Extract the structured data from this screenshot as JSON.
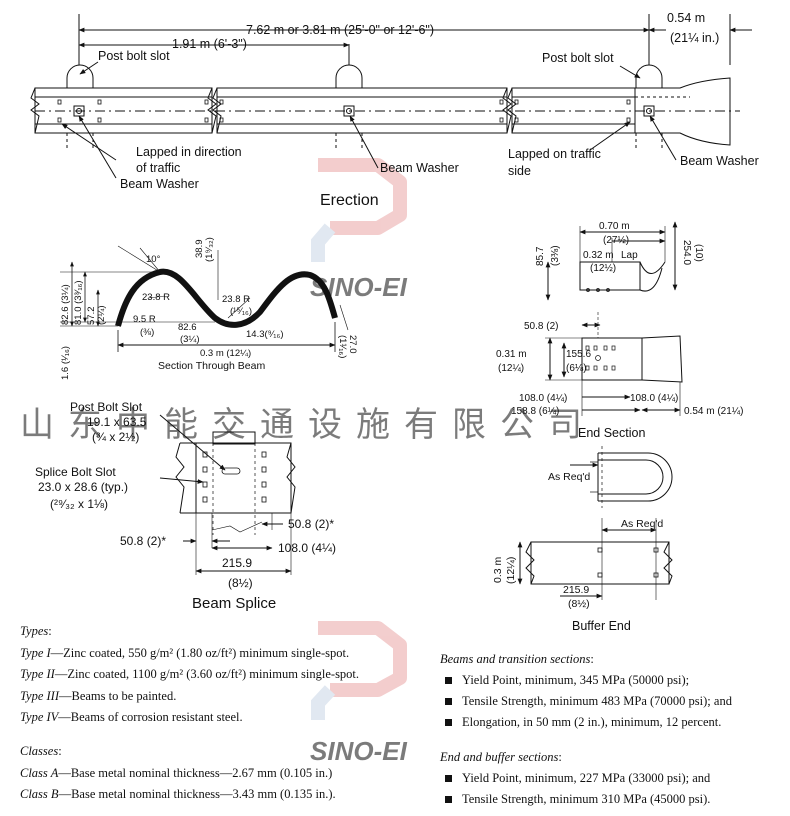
{
  "erection": {
    "title": "Erection",
    "dim_total": "7.62 m or 3.81 m (25'-0\" or 12'-6\")",
    "dim_post_spacing": "1.91 m (6'-3\")",
    "dim_end": "0.54 m",
    "dim_end_in": "(21¼  in.)",
    "post_bolt_slot_left": "Post bolt slot",
    "post_bolt_slot_right": "Post bolt slot",
    "lapped_direction_1": "Lapped in direction",
    "lapped_direction_2": "of traffic",
    "beam_washer_left": "Beam Washer",
    "beam_washer_mid": "Beam Washer",
    "beam_washer_right": "Beam Washer",
    "lapped_side_1": "Lapped on traffic",
    "lapped_side_2": "side"
  },
  "section": {
    "title": "Section Through Beam",
    "angle": "10°",
    "d_38_9": "38.9",
    "d_38_9_in": "(1⁹⁄₃₂)",
    "d_23_8_a": "23.8 R",
    "d_23_8_b": "23.8 R",
    "d_23_8_b_in": "(¹⁵⁄₁₆)",
    "d_9_5": "9.5 R",
    "d_9_5_in": "(⅜)",
    "d_82_6_b": "82.6",
    "d_82_6_b_in": "(3¼)",
    "d_14_3": "14.3(⁹⁄₁₆)",
    "d_0_3": "0.3 m (12¼)",
    "d_27": "27.0",
    "d_27_in": "(1¹⁄₁₆)",
    "d_82_6_v": "82.6 (3¼)",
    "d_81_0_v": "81.0 (3³⁄₁₆)",
    "d_57_2_v": "57.2",
    "d_57_2_in": "(2¼)",
    "d_1_6_v": "1.6 (¹⁄₁₆)"
  },
  "end_section": {
    "title": "End Section",
    "d_0_70": "0.70 m",
    "d_0_70_in": "(27½)",
    "d_0_32": "0.32 m",
    "d_0_32_in": "(12½)",
    "lap": "Lap",
    "d_254": "254.0",
    "d_254_in": "(10)",
    "d_85_7": "85.7",
    "d_85_7_in": "(3⅜)",
    "d_50_8": "50.8 (2)",
    "d_0_31": "0.31 m",
    "d_0_31_in": "(12¼)",
    "d_155_6": "155.6",
    "d_155_6_in": "(6⅛)",
    "d_108_a": "108.0 (4¼)",
    "d_108_b": "108.0 (4¼)",
    "d_158_8": "158.8 (6¼)",
    "d_0_54": "0.54 m (21¼)"
  },
  "splice": {
    "title": "Beam Splice",
    "post_bolt_slot": "Post Bolt Slot",
    "post_bolt_dim": "19.1 x 63.5",
    "post_bolt_dim_in": "(¾ x 2½)",
    "splice_bolt_slot": "Splice Bolt Slot",
    "splice_bolt_dim": "23.0 x 28.6 (typ.)",
    "splice_bolt_dim_in": "(²⁹⁄₃₂ x 1⅛)",
    "d_50_8_right": "50.8 (2)*",
    "d_50_8_left": "50.8 (2)*",
    "d_108": "108.0 (4¼)",
    "d_215_9": "215.9",
    "d_215_9_in": "(8½)"
  },
  "buffer": {
    "title": "Buffer End",
    "as_req_1": "As Req'd",
    "as_req_2": "As Req'd",
    "d_0_3": "0.3 m",
    "d_0_3_in": "(12¼)",
    "d_215_9": "215.9",
    "d_215_9_in": "(8½)"
  },
  "types": {
    "heading": "Types",
    "t1_label": "Type I",
    "t1_text": "—Zinc coated, 550 g/m² (1.80 oz/ft²) minimum single-spot.",
    "t2_label": "Type II",
    "t2_text": "—Zinc coated, 1100 g/m² (3.60 oz/ft²) minimum single-spot.",
    "t3_label": "Type III",
    "t3_text": "—Beams to be painted.",
    "t4_label": "Type IV",
    "t4_text": "—Beams of corrosion resistant steel."
  },
  "classes": {
    "heading": "Classes",
    "a_label": "Class A",
    "a_text": "—Base metal nominal thickness—2.67 mm (0.105 in.)",
    "b_label": "Class B",
    "b_text": "—Base metal nominal thickness—3.43 mm (0.135 in.)."
  },
  "beams": {
    "heading": "Beams and transition sections",
    "items": [
      "Yield Point, minimum, 345 MPa (50000 psi);",
      "Tensile Strength, minimum 483 MPa (70000 psi); and",
      "Elongation, in 50 mm (2 in.), minimum, 12 percent."
    ]
  },
  "ends": {
    "heading": "End and buffer sections",
    "items": [
      "Yield Point, minimum, 227 MPa (33000 psi); and",
      "Tensile Strength, minimum 310 MPa (45000 psi)."
    ]
  },
  "watermark": {
    "brand": "SINO-EI",
    "company": "山东中能交通设施有限公司",
    "brand_color": "#e8a0a0",
    "accent_color": "#c8d4e4"
  }
}
